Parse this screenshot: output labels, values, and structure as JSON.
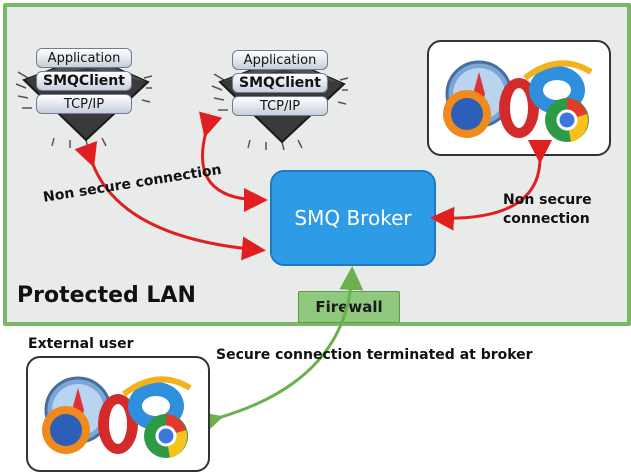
{
  "lan": {
    "label": "Protected LAN"
  },
  "broker": {
    "label": "SMQ Broker"
  },
  "firewall": {
    "label": "Firewall"
  },
  "device_stack": {
    "layers": [
      "Application",
      "SMQClient",
      "TCP/IP"
    ]
  },
  "connections": {
    "left_label": "Non secure connection",
    "right_label_line1": "Non secure",
    "right_label_line2": "connection",
    "secure_label": "Secure connection terminated at broker"
  },
  "external": {
    "label": "External user"
  },
  "colors": {
    "lan_border": "#7ab868",
    "lan_fill": "#e9eaea",
    "broker_fill": "#2e9be6",
    "firewall_fill": "#8ec97e",
    "insecure_arrow": "#e02020",
    "secure_arrow": "#6ab04c"
  },
  "icons": [
    "chip-icon",
    "browser-logos-icon"
  ]
}
